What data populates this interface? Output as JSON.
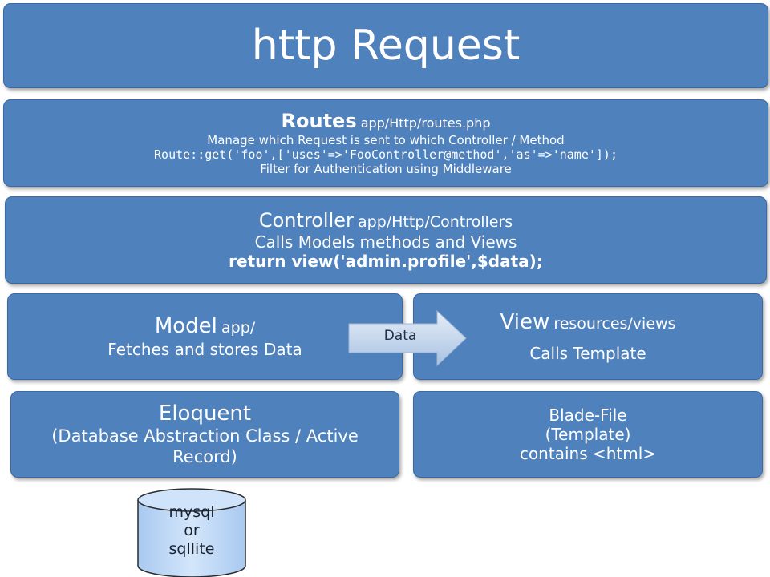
{
  "http": {
    "title": "http Request"
  },
  "routes": {
    "title": "Routes",
    "path": "app/Http/routes.php",
    "line1": "Manage which Request is sent to which Controller / Method",
    "code": "Route::get('foo',['uses'=>'FooController@method','as'=>'name']);",
    "line3": "Filter for Authentication using Middleware"
  },
  "controller": {
    "title": "Controller",
    "path": "app/Http/Controllers",
    "line1": "Calls Models methods and Views",
    "code": "return view('admin.profile',$data);"
  },
  "model": {
    "title": "Model",
    "path": "app/",
    "line1": "Fetches and stores Data"
  },
  "arrow": {
    "label": "Data"
  },
  "view": {
    "title": "View",
    "path": "resources/views",
    "line1": "Calls Template"
  },
  "eloquent": {
    "title": "Eloquent",
    "line1": "(Database Abstraction Class / Active",
    "line2": "Record)"
  },
  "blade": {
    "line1": "Blade-File",
    "line2": "(Template)",
    "line3": "contains <html>"
  },
  "database": {
    "line1": "mysql",
    "line2": "or",
    "line3": "sqllite"
  },
  "colors": {
    "box": "#4f81bd",
    "box_border": "#3a6aa6",
    "arrow_light": "#dce6f2",
    "arrow_dark": "#a6bfdf",
    "db_fill": "#bdd7f7"
  }
}
